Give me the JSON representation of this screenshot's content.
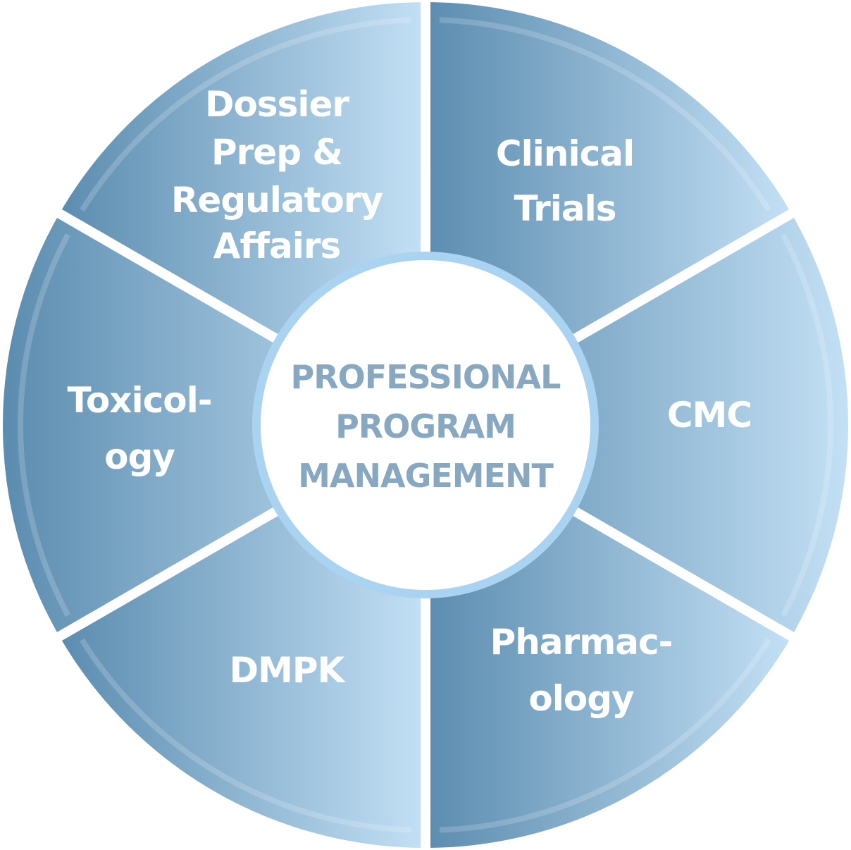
{
  "center": {
    "lines": [
      "PROFESSIONAL",
      "PROGRAM",
      "MANAGEMENT"
    ]
  },
  "segments": [
    {
      "name": "clinical-trials",
      "lines": [
        "Clinical",
        "Trials"
      ]
    },
    {
      "name": "cmc",
      "lines": [
        "CMC"
      ]
    },
    {
      "name": "pharmacology",
      "lines": [
        "Pharmac-",
        "ology"
      ]
    },
    {
      "name": "dmpk",
      "lines": [
        "DMPK"
      ]
    },
    {
      "name": "toxicology",
      "lines": [
        "Toxicol-",
        "ogy"
      ]
    },
    {
      "name": "dossier",
      "lines": [
        "Dossier",
        "Prep &",
        "Regulatory",
        "Affairs"
      ]
    }
  ],
  "colors": {
    "dark": "#5b8caf",
    "light": "#c3e0f5",
    "ring": "#a9d3f0",
    "center_text": "#87a8c0"
  }
}
